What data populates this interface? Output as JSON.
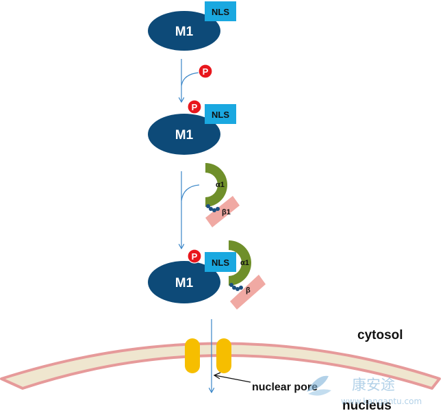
{
  "protein": {
    "name": "M1",
    "nls": "NLS",
    "phospho": "P"
  },
  "importin_alpha": {
    "label_step2": "α1",
    "label_step3": "α1"
  },
  "importin_beta": {
    "label_step2": "β1",
    "label_step3": "β"
  },
  "compartments": {
    "cytosol": "cytosol",
    "nucleus": "nucleus"
  },
  "pore": {
    "label": "nuclear pore"
  },
  "watermark": {
    "text_cn": "康安途",
    "url": "www.kangantu.com"
  },
  "colors": {
    "m1": "#0d4a78",
    "nls": "#1aa8e0",
    "phospho": "#e8161c",
    "alpha": "#6f8f2a",
    "beta": "#f0a9a3",
    "membrane_fill": "#efe6cf",
    "membrane_stroke": "#e69a9a",
    "pore": "#f6be00",
    "arrow": "#3a86c8"
  }
}
